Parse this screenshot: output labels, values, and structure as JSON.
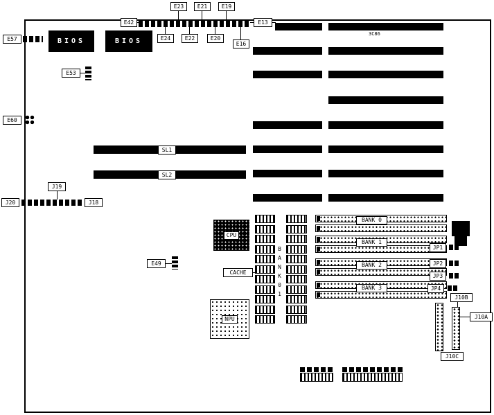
{
  "colors": {
    "ink": "#000000",
    "paper": "#ffffff"
  },
  "jumpers": {
    "e13": "E13",
    "e16": "E16",
    "e19": "E19",
    "e20": "E20",
    "e21": "E21",
    "e22": "E22",
    "e23": "E23",
    "e24": "E24",
    "e42": "E42",
    "e49": "E49",
    "e53": "E53",
    "e57": "E57",
    "e60": "E60"
  },
  "connectors": {
    "j10a": "J10A",
    "j10b": "J10B",
    "j10c": "J10C",
    "j18": "J18",
    "j19": "J19",
    "j20": "J20",
    "jp1": "JP1",
    "jp2": "JP2",
    "jp3": "JP3",
    "jp4": "JP4"
  },
  "slots": {
    "sl1": "SL1",
    "sl2": "SL2"
  },
  "chips": {
    "bios1": "BIOS",
    "bios2": "BIOS",
    "cpu": "CPU",
    "npu": "NPU",
    "cache": "CACHE",
    "marking": "3C86",
    "cache_banks_vertical": "BANK01"
  },
  "memory": {
    "bank0": "BANK 0",
    "bank1": "BANK 1",
    "bank2": "BANK 2",
    "bank3": "BANK 3"
  }
}
